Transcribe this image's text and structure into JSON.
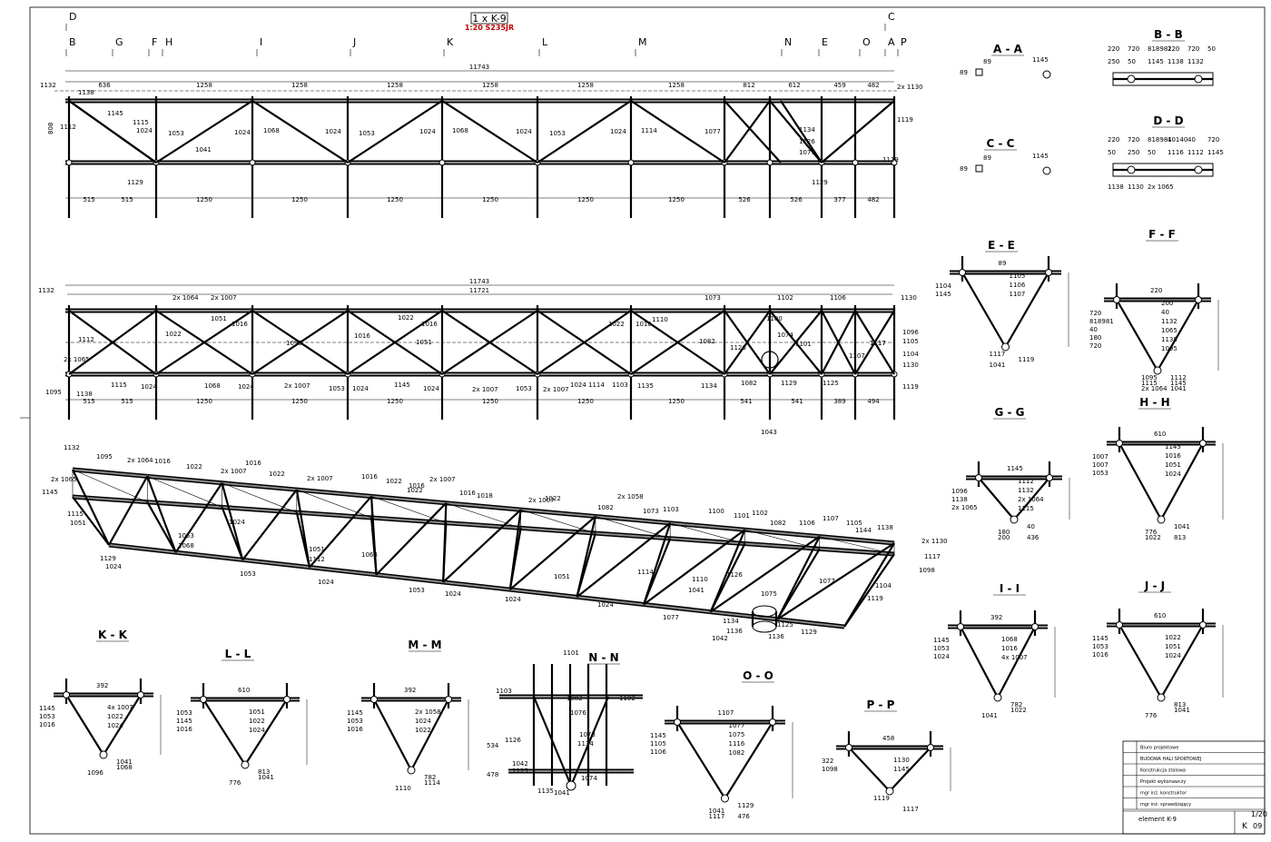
{
  "header": {
    "mark": "1 x K-9",
    "scale_material": "1:20 S235JR",
    "section_letters_top": [
      "D",
      "B",
      "G",
      "F",
      "H",
      "I",
      "J",
      "K",
      "L",
      "M",
      "N",
      "E",
      "O",
      "A",
      "P",
      "C"
    ]
  },
  "front_view": {
    "overall_length": "11743",
    "top_dims": [
      "636",
      "1258",
      "1258",
      "1258",
      "1258",
      "1258",
      "1258",
      "812",
      "612",
      "459",
      "482"
    ],
    "bottom_dims": [
      "515",
      "515",
      "1250",
      "1250",
      "1250",
      "1250",
      "1250",
      "1250",
      "526",
      "526",
      "377",
      "482"
    ],
    "height": "808",
    "members": [
      "1145",
      "1115",
      "1024",
      "1053",
      "1041",
      "1024",
      "1068",
      "1024",
      "1053",
      "1024",
      "1068",
      "1024",
      "1053",
      "1024",
      "1114",
      "1077",
      "1134",
      "1126",
      "1077",
      "1129",
      "1119"
    ],
    "left_labels": [
      "1132",
      "1138",
      "1112",
      "1129"
    ],
    "right_labels": [
      "2x 1130",
      "1119"
    ]
  },
  "plan_view": {
    "overall_length": "11743",
    "inner_length": "11721",
    "bottom_dims": [
      "515",
      "515",
      "1250",
      "1250",
      "1250",
      "1250",
      "1250",
      "1250",
      "541",
      "541",
      "389",
      "494"
    ],
    "top_members": [
      "2x 1064",
      "2x 1007",
      "1073",
      "1102",
      "1106"
    ],
    "members": [
      "1051",
      "1022",
      "1016",
      "1096",
      "1016",
      "1051",
      "1022",
      "1016",
      "1022",
      "1016",
      "1110",
      "1082",
      "1126",
      "1100",
      "1074",
      "1101",
      "1107",
      "1117"
    ],
    "lower_members": [
      "1115",
      "1024",
      "1068",
      "1024",
      "2x 1007",
      "1053",
      "1024",
      "1145",
      "1024",
      "2x 1007",
      "1053",
      "2x 1007",
      "1024",
      "1114",
      "1103",
      "1135",
      "1134",
      "1082",
      "1129",
      "1125"
    ],
    "left_labels": [
      "1132",
      "1112",
      "1095",
      "1138",
      "2x 1065"
    ],
    "right_labels": [
      "1130",
      "1096",
      "1105",
      "1117",
      "1104",
      "1130",
      "1119"
    ],
    "bottom_label": "1043"
  },
  "iso_view": {
    "labels": [
      "1132",
      "1095",
      "2x 1064",
      "1016",
      "1022",
      "2x 1007",
      "1016",
      "1022",
      "2x 1007",
      "1016",
      "1022",
      "1016",
      "2x 1007",
      "1022",
      "1016",
      "1018",
      "2x 1007",
      "1022",
      "2x 1058",
      "1082",
      "1073",
      "1103",
      "1100",
      "1101",
      "1102",
      "1082",
      "1106",
      "1107",
      "1105",
      "1144",
      "1138",
      "2x 1065",
      "1145",
      "1115",
      "1051",
      "1024",
      "1053",
      "1068",
      "1051",
      "1068",
      "1112",
      "1129",
      "1024",
      "1053",
      "1024",
      "1051",
      "1114",
      "1110",
      "1041",
      "1024",
      "1126",
      "1077",
      "1075",
      "1134",
      "1136",
      "1042",
      "1136",
      "1125",
      "1129",
      "2x 1130",
      "1117",
      "1098",
      "1104",
      "1119",
      "1053",
      "1024",
      "1077",
      "1024"
    ]
  },
  "sections": {
    "aa": {
      "title": "A - A",
      "labels": [
        "89",
        "89",
        "1145"
      ]
    },
    "bb": {
      "title": "B - B",
      "labels": [
        "220",
        "720",
        "818981",
        "220",
        "720",
        "50",
        "250",
        "50",
        "1145",
        "1138",
        "1132"
      ]
    },
    "cc": {
      "title": "C - C",
      "labels": [
        "89",
        "89",
        "1145"
      ]
    },
    "dd": {
      "title": "D - D",
      "labels": [
        "220",
        "720",
        "818981",
        "40140",
        "40",
        "720",
        "50",
        "250",
        "50",
        "1116",
        "1112",
        "1145",
        "1138",
        "1130",
        "2x 1065"
      ]
    },
    "ee": {
      "title": "E - E",
      "labels": [
        "89",
        "1104",
        "1145",
        "1105",
        "1106",
        "1107",
        "1117",
        "1119",
        "1041"
      ]
    },
    "ff": {
      "title": "F - F",
      "labels": [
        "220",
        "720",
        "818981",
        "40",
        "180",
        "720",
        "200",
        "40",
        "1132",
        "1065",
        "1138",
        "1095",
        "1095",
        "1145",
        "2x 1064",
        "1112",
        "1115",
        "1041"
      ]
    },
    "gg": {
      "title": "G - G",
      "labels": [
        "1145",
        "1096",
        "1138",
        "2x 1065",
        "1112",
        "1132",
        "2x 1064",
        "1115",
        "200",
        "40",
        "180",
        "436"
      ]
    },
    "hh": {
      "title": "H - H",
      "labels": [
        "610",
        "1007",
        "1007",
        "1053",
        "1145",
        "1016",
        "1051",
        "1024",
        "1022",
        "1041",
        "776",
        "813"
      ]
    },
    "ii": {
      "title": "I - I",
      "labels": [
        "392",
        "1145",
        "1053",
        "1024",
        "1068",
        "1016",
        "4x 1007",
        "1022",
        "1041",
        "782"
      ]
    },
    "jj": {
      "title": "J - J",
      "labels": [
        "610",
        "1145",
        "1053",
        "1016",
        "1022",
        "1051",
        "1024",
        "1041",
        "776",
        "813"
      ]
    },
    "kk": {
      "title": "K - K",
      "labels": [
        "392",
        "1145",
        "1053",
        "1016",
        "4x 1007",
        "1022",
        "1024",
        "1068",
        "1096",
        "1041"
      ]
    },
    "ll": {
      "title": "L - L",
      "labels": [
        "610",
        "1053",
        "1145",
        "1016",
        "1051",
        "1022",
        "1024",
        "1041",
        "776",
        "813"
      ]
    },
    "mm": {
      "title": "M - M",
      "labels": [
        "392",
        "1145",
        "1053",
        "1016",
        "2x 1058",
        "1024",
        "1022",
        "1114",
        "1110",
        "782"
      ]
    },
    "nn": {
      "title": "N - N",
      "labels": [
        "1101",
        "1103",
        "1082",
        "1102",
        "1076",
        "1126",
        "1073",
        "1134",
        "1042",
        "1125",
        "1074",
        "1135",
        "1041",
        "534",
        "478"
      ]
    },
    "oo": {
      "title": "O - O",
      "labels": [
        "1107",
        "1145",
        "1105",
        "1106",
        "1077",
        "1075",
        "1116",
        "1082",
        "1117",
        "1129",
        "1041",
        "476"
      ]
    },
    "pp": {
      "title": "P - P",
      "labels": [
        "458",
        "322",
        "1098",
        "1130",
        "1145",
        "1117",
        "1119"
      ]
    }
  },
  "title_block": {
    "rows": [
      "Biuro projektowe",
      "BUDOWA HALI SPORTOWEJ",
      "Konstrukcja stalowa",
      "Projekt wykonawczy",
      "mgr inż. konstruktor",
      "mgr inż. sprawdzający"
    ],
    "element": "element K-9",
    "scale": "1/20",
    "sheet": "K",
    "number": "09"
  }
}
